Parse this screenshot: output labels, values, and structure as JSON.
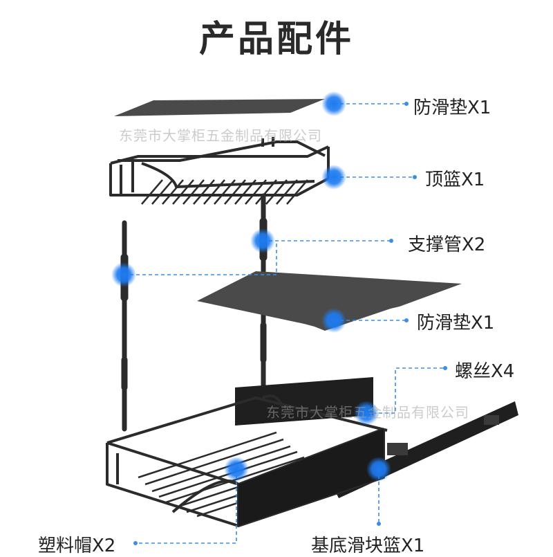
{
  "title": "产品配件",
  "watermark": "东莞市大掌柜五金制品有限公司",
  "parts": [
    {
      "name": "防滑垫X1"
    },
    {
      "name": "顶篮X1"
    },
    {
      "name": "支撑管X2"
    },
    {
      "name": "防滑垫X1"
    },
    {
      "name": "螺丝X4"
    },
    {
      "name": "塑料帽X2"
    },
    {
      "name": "基底滑块篮X1"
    }
  ],
  "colors": {
    "callout_dot": "#1e7bf0",
    "leader_line": "#3a8ee6",
    "product": "#2b2b2b",
    "mat": "#4a4a4a"
  }
}
